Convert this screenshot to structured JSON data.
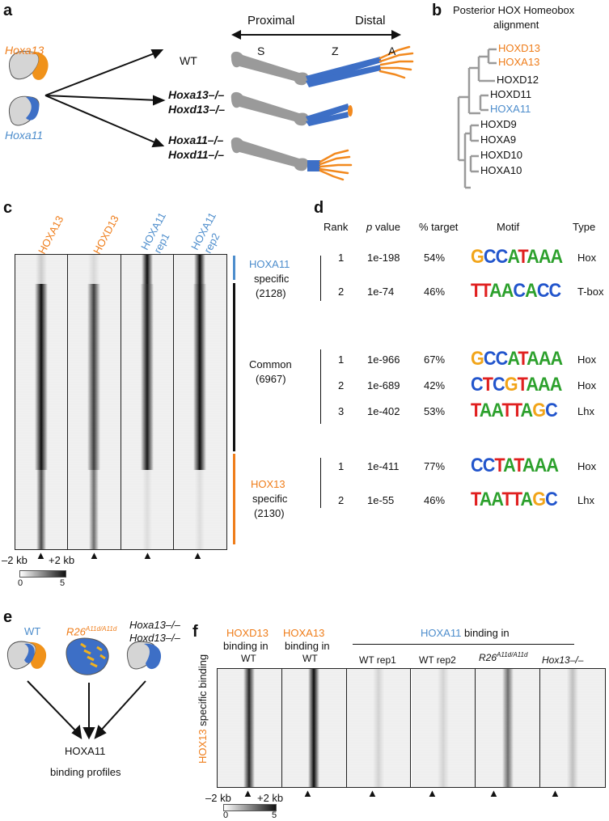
{
  "panel_labels": {
    "a": "a",
    "b": "b",
    "c": "c",
    "d": "d",
    "e": "e",
    "f": "f"
  },
  "panel_a": {
    "axis_proximal": "Proximal",
    "axis_distal": "Distal",
    "seg_s": "S",
    "seg_z": "Z",
    "seg_a": "A",
    "gene_hoxa13": "Hoxa13",
    "gene_hoxa11": "Hoxa11",
    "row_wt": "WT",
    "row2_line1": "Hoxa13–/–",
    "row2_line2": "Hoxd13–/–",
    "row3_line1": "Hoxa11–/–",
    "row3_line2": "Hoxd11–/–"
  },
  "panel_b": {
    "title_line1": "Posterior HOX Homeobox",
    "title_line2": "alignment",
    "leaves": [
      {
        "name": "HOXD13",
        "color": "#ef7d1a"
      },
      {
        "name": "HOXA13",
        "color": "#ef7d1a"
      },
      {
        "name": "HOXD12",
        "color": "#111111"
      },
      {
        "name": "HOXD11",
        "color": "#111111"
      },
      {
        "name": "HOXA11",
        "color": "#4d8dcc"
      },
      {
        "name": "HOXD9",
        "color": "#111111"
      },
      {
        "name": "HOXA9",
        "color": "#111111"
      },
      {
        "name": "HOXD10",
        "color": "#111111"
      },
      {
        "name": "HOXA10",
        "color": "#111111"
      }
    ]
  },
  "panel_c": {
    "col_hoxa13": "HOXA13",
    "col_hoxd13": "HOXD13",
    "col_hoxa11_rep1_a": "HOXA11",
    "col_hoxa11_rep1_b": "rep1",
    "col_hoxa11_rep2_a": "HOXA11",
    "col_hoxa11_rep2_b": "rep2",
    "grp1_a": "HOXA11",
    "grp1_b": "specific",
    "grp1_n": "(2128)",
    "grp2_a": "Common",
    "grp2_n": "(6967)",
    "grp3_a": "HOX13",
    "grp3_b": "specific",
    "grp3_n": "(2130)",
    "left_kb": "–2 kb",
    "right_kb": "+2 kb",
    "scale_min": "0",
    "scale_max": "5",
    "arrow": "▲"
  },
  "panel_d": {
    "h_rank": "Rank",
    "h_p": "p",
    "h_value": " value",
    "h_target": "% target",
    "h_motif": "Motif",
    "h_type": "Type",
    "rows": [
      {
        "rank": "1",
        "p": "1e-198",
        "pct": "54%",
        "motif": "GCCATAAA",
        "type": "Hox"
      },
      {
        "rank": "2",
        "p": "1e-74",
        "pct": "46%",
        "motif": "TTAACACC",
        "type": "T-box"
      },
      {
        "rank": "1",
        "p": "1e-966",
        "pct": "67%",
        "motif": "GCCATAAA",
        "type": "Hox"
      },
      {
        "rank": "2",
        "p": "1e-689",
        "pct": "42%",
        "motif": "CTCGTAAA",
        "type": "Hox"
      },
      {
        "rank": "3",
        "p": "1e-402",
        "pct": "53%",
        "motif": "TAATTAGC",
        "type": "Lhx"
      },
      {
        "rank": "1",
        "p": "1e-411",
        "pct": "77%",
        "motif": "CCTATAAA",
        "type": "Hox"
      },
      {
        "rank": "2",
        "p": "1e-55",
        "pct": "46%",
        "motif": "TAATTAGC",
        "type": "Lhx"
      }
    ]
  },
  "panel_e": {
    "wt": "WT",
    "r26": "R26",
    "r26_sup": "A11d/A11d",
    "mut_line1": "Hoxa13–/–",
    "mut_line2": "Hoxd13–/–",
    "result_line1": "HOXA11",
    "result_line2": "binding profiles"
  },
  "panel_f": {
    "c1_a": "HOXD13",
    "c1_b": "binding in",
    "c1_c": "WT",
    "c2_a": "HOXA13",
    "c2_b": "binding in",
    "c2_c": "WT",
    "group_a": "HOXA11",
    "group_b": " binding in",
    "s1": "WT rep1",
    "s2": "WT rep2",
    "s3": "R26",
    "s3_sup": "A11d/A11d",
    "s4": "Hox13–/–",
    "side_a": "HOX13",
    "side_b": " specific binding",
    "left_kb": "–2 kb",
    "right_kb": "+2 kb",
    "scale_min": "0",
    "scale_max": "5",
    "arrow": "▲"
  },
  "colors": {
    "hox13": "#ef7d1a",
    "hoxa11": "#4d8dcc",
    "bone": "#9a9a9a",
    "zeugo": "#3d6fc6",
    "autopod": "#f2891e"
  }
}
